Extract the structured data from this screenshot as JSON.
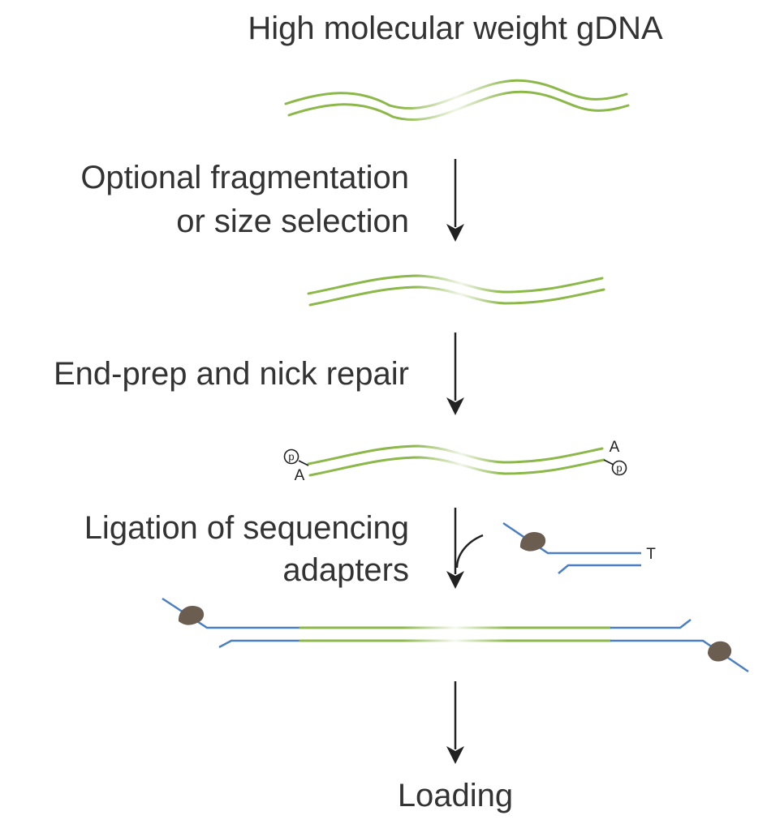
{
  "title": "High molecular weight gDNA",
  "steps": [
    {
      "line1": "Optional fragmentation",
      "line2": "or size selection"
    },
    {
      "line1": "End-prep and nick repair"
    },
    {
      "line1": "Ligation of sequencing",
      "line2": "adapters"
    }
  ],
  "final_label": "Loading",
  "end_labels": {
    "phosphate": "p",
    "a_tail": "A",
    "t_overhang": "T"
  },
  "colors": {
    "dna": "#8cb84a",
    "adapter": "#4a7fc1",
    "motor_protein": "#6b5d4f",
    "text": "#333333",
    "arrow": "#222222"
  }
}
